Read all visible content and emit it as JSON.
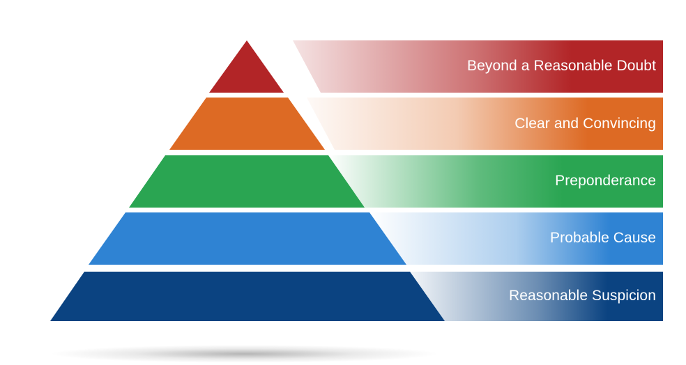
{
  "diagram": {
    "type": "pyramid",
    "title": "",
    "tiers": [
      {
        "label": "Beyond a Reasonable Doubt",
        "color": "#B22527",
        "level": 5
      },
      {
        "label": "Clear and Convincing",
        "color": "#DD6A24",
        "level": 4
      },
      {
        "label": "Preponderance",
        "color": "#2AA552",
        "level": 3
      },
      {
        "label": "Probable Cause",
        "color": "#2F83D3",
        "level": 2
      },
      {
        "label": "Reasonable Suspicion",
        "color": "#0B4381",
        "level": 1
      }
    ]
  }
}
